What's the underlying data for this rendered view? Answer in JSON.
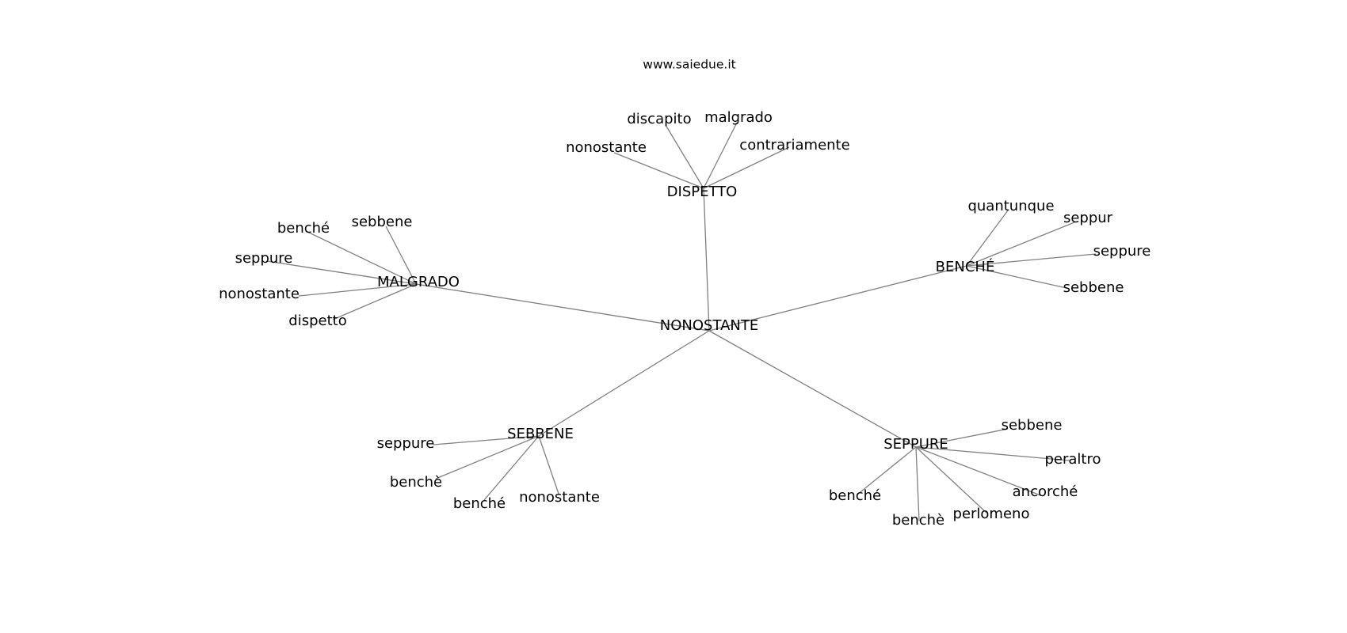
{
  "title": "www.saiedue.it",
  "root": {
    "label": "NONOSTANTE",
    "groups": [
      {
        "id": "dispetto",
        "label": "DISPETTO",
        "children": [
          "discapito",
          "malgrado",
          "nonostante",
          "contrariamente"
        ]
      },
      {
        "id": "malgrado",
        "label": "MALGRADO",
        "children": [
          "sebbene",
          "benché",
          "seppure",
          "nonostante",
          "dispetto"
        ]
      },
      {
        "id": "benche",
        "label": "BENCHÉ",
        "children": [
          "quantunque",
          "seppur",
          "seppure",
          "sebbene"
        ]
      },
      {
        "id": "sebbene",
        "label": "SEBBENE",
        "children": [
          "seppure",
          "benchè",
          "benché",
          "nonostante"
        ]
      },
      {
        "id": "seppure",
        "label": "SEPPURE",
        "children": [
          "sebbene",
          "peraltro",
          "ancorché",
          "perlomeno",
          "benchè",
          "benché"
        ]
      }
    ]
  }
}
